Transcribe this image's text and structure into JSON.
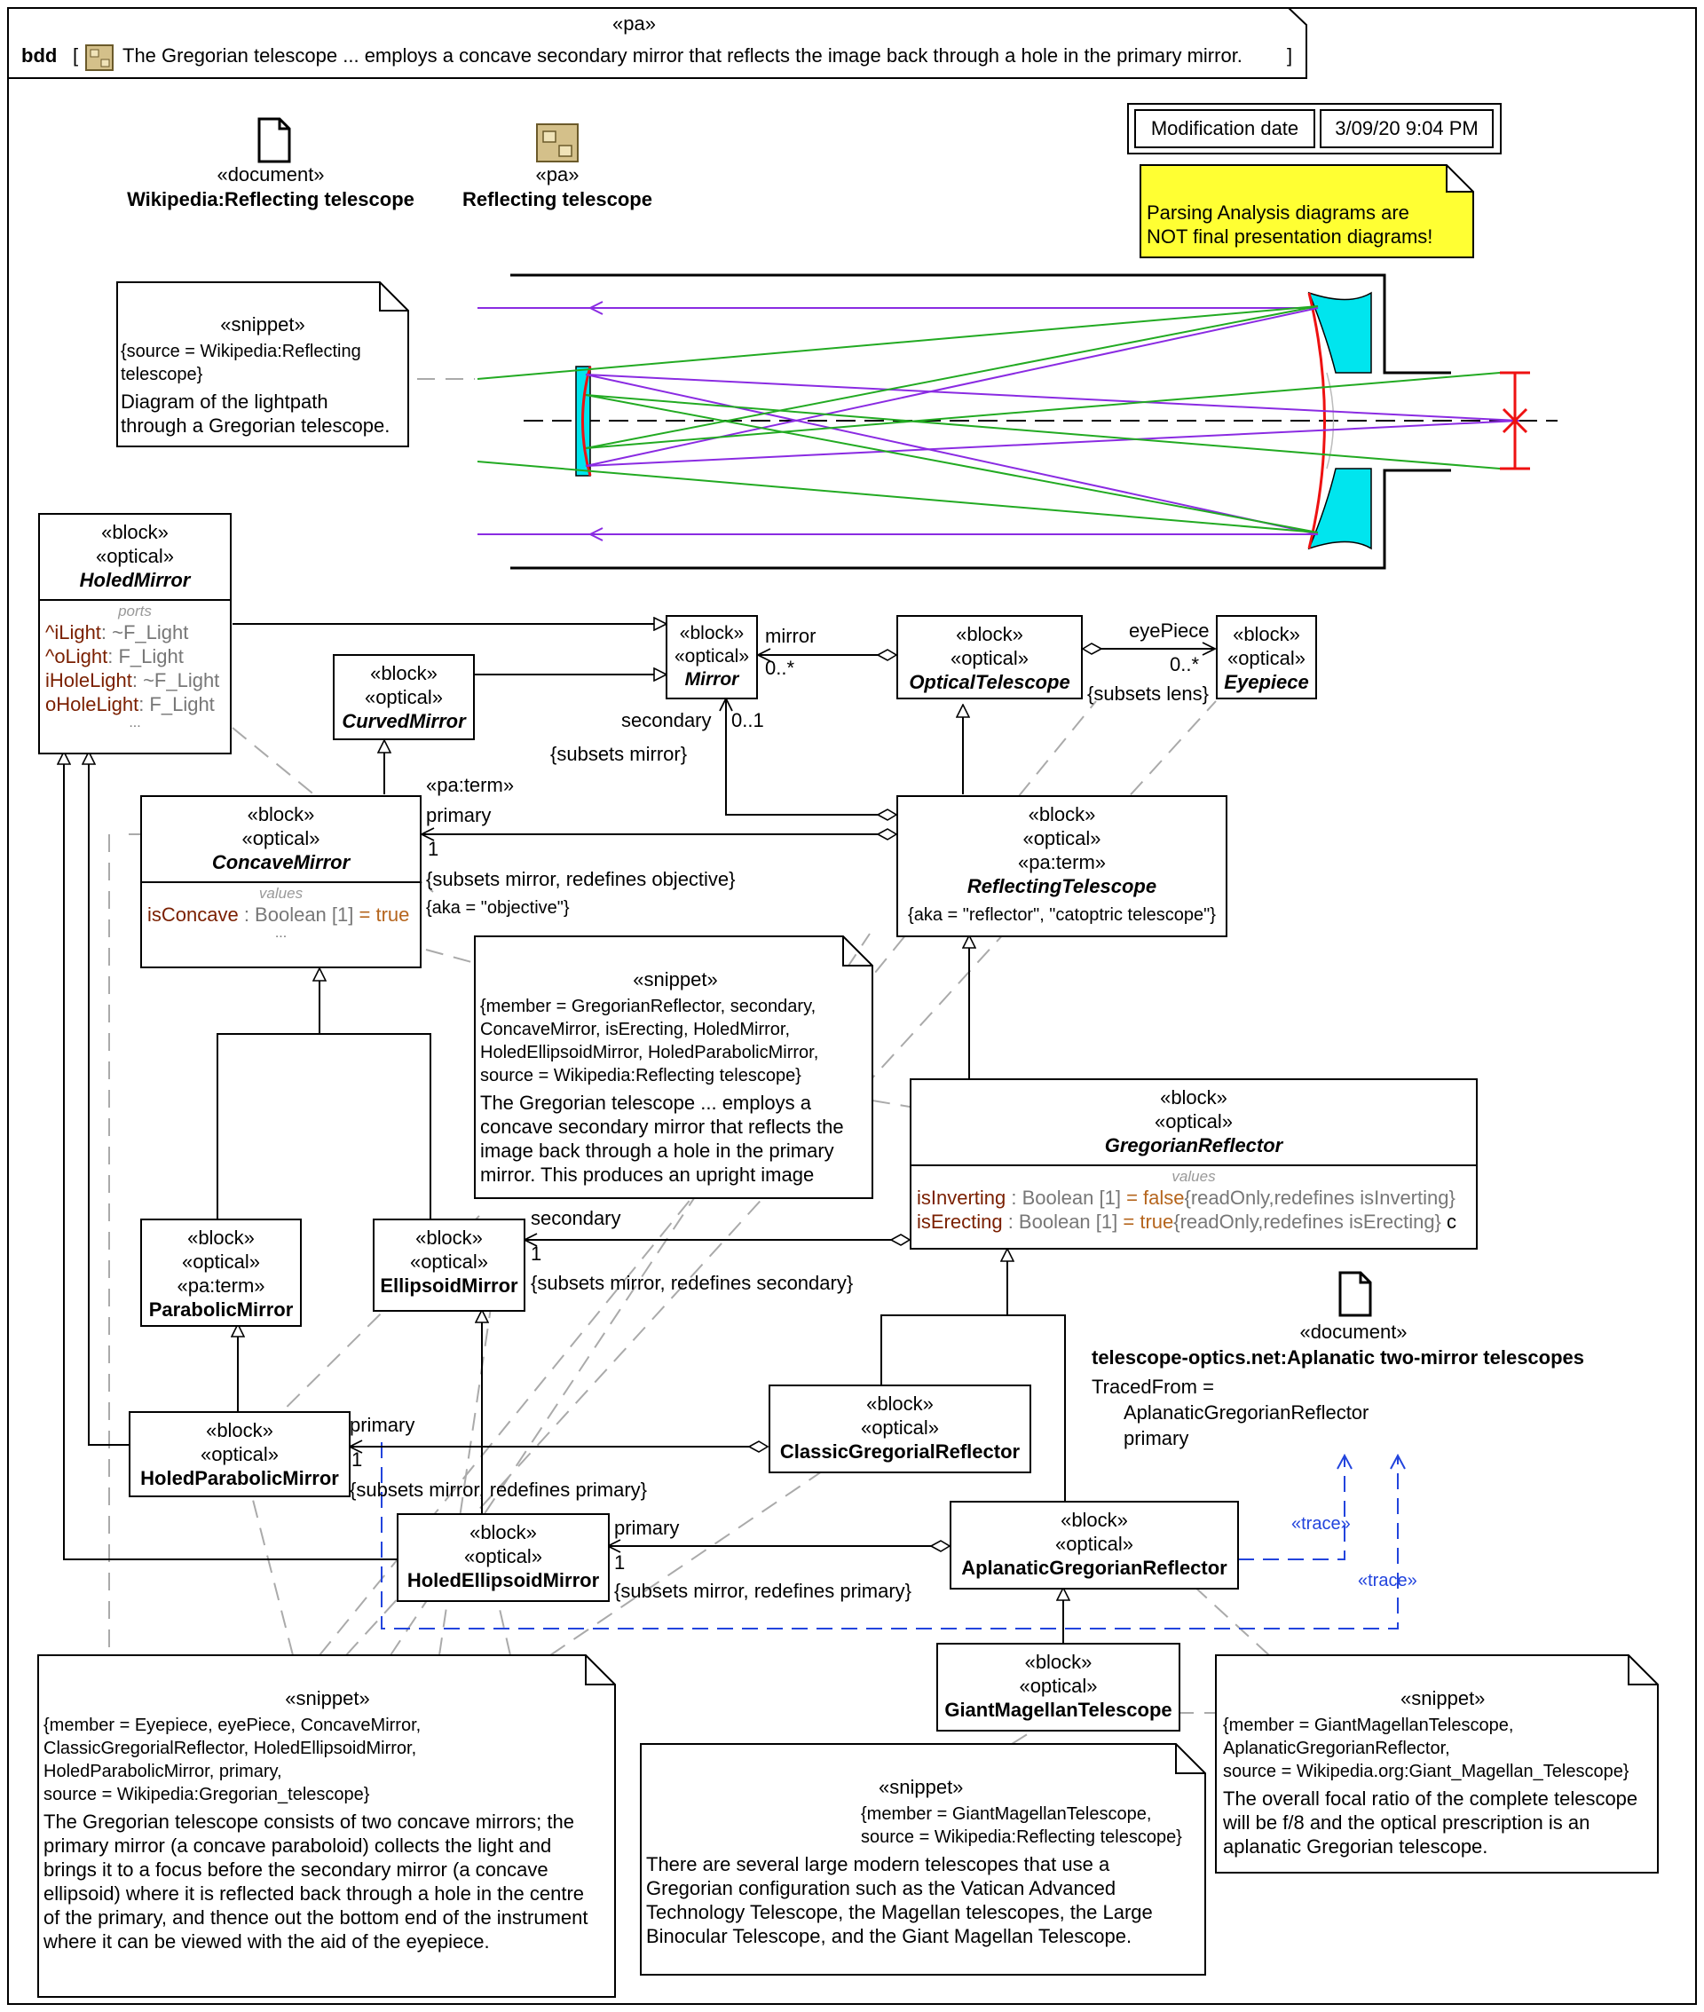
{
  "frame": {
    "stereotype": "«pa»",
    "kind": "bdd",
    "title": "The Gregorian telescope ... employs a concave secondary mirror that reflects the image back through a hole in the primary mirror."
  },
  "header_items": {
    "doc1": {
      "stereo": "«document»",
      "name": "Wikipedia:Reflecting telescope"
    },
    "pa1": {
      "stereo": "«pa»",
      "name": "Reflecting telescope"
    },
    "modification": {
      "label": "Modification date",
      "value": "3/09/20 9:04 PM"
    },
    "warning": {
      "line1": "Parsing Analysis diagrams are",
      "line2": "NOT final presentation diagrams!"
    }
  },
  "snippet_top": {
    "stereo": "«snippet»",
    "tag1": "{source = Wikipedia:Reflecting",
    "tag2": "telescope}",
    "text1": "Diagram of the lightpath",
    "text2": "through a Gregorian telescope."
  },
  "blocks": {
    "holed_mirror": {
      "s1": "«block»",
      "s2": "«optical»",
      "name": "HoledMirror",
      "comp": "ports",
      "ports": [
        {
          "n": "^iLight",
          "t": ": ~F_Light"
        },
        {
          "n": "^oLight",
          "t": ": F_Light"
        },
        {
          "n": "iHoleLight",
          "t": ": ~F_Light"
        },
        {
          "n": "oHoleLight",
          "t": ": F_Light"
        }
      ],
      "more": "..."
    },
    "mirror": {
      "s1": "«block»",
      "s2": "«optical»",
      "name": "Mirror"
    },
    "optical_telescope": {
      "s1": "«block»",
      "s2": "«optical»",
      "name": "OpticalTelescope"
    },
    "eyepiece": {
      "s1": "«block»",
      "s2": "«optical»",
      "name": "Eyepiece"
    },
    "curved_mirror": {
      "s1": "«block»",
      "s2": "«optical»",
      "name": "CurvedMirror"
    },
    "concave_mirror": {
      "s1": "«block»",
      "s2": "«optical»",
      "name": "ConcaveMirror",
      "comp": "values",
      "attr_name": "isConcave",
      "attr_type": " : Boolean [1]",
      "attr_val": "= true",
      "more": "..."
    },
    "reflecting_telescope": {
      "s1": "«block»",
      "s2": "«optical»",
      "s3": "«pa:term»",
      "name": "ReflectingTelescope",
      "tag": "{aka = \"reflector\", \"catoptric telescope\"}"
    },
    "gregorian_reflector": {
      "s1": "«block»",
      "s2": "«optical»",
      "name": "GregorianReflector",
      "comp": "values",
      "a1_name": "isInverting",
      "a1_type": " : Boolean [1]",
      "a1_val": "= false",
      "a1_tag": "{readOnly,redefines isInverting}",
      "a2_name": "isErecting",
      "a2_type": " : Boolean [1]",
      "a2_val": "= true",
      "a2_tag": "{readOnly,redefines isErecting}",
      "trail": "c"
    },
    "parabolic_mirror": {
      "s1": "«block»",
      "s2": "«optical»",
      "s3": "«pa:term»",
      "name": "ParabolicMirror"
    },
    "ellipsoid_mirror": {
      "s1": "«block»",
      "s2": "«optical»",
      "name": "EllipsoidMirror"
    },
    "holed_parabolic": {
      "s1": "«block»",
      "s2": "«optical»",
      "name": "HoledParabolicMirror"
    },
    "classic_gregorial": {
      "s1": "«block»",
      "s2": "«optical»",
      "name": "ClassicGregorialReflector"
    },
    "holed_ellipsoid": {
      "s1": "«block»",
      "s2": "«optical»",
      "name": "HoledEllipsoidMirror"
    },
    "aplanatic": {
      "s1": "«block»",
      "s2": "«optical»",
      "name": "AplanaticGregorianReflector"
    },
    "giant_magellan": {
      "s1": "«block»",
      "s2": "«optical»",
      "name": "GiantMagellanTelescope"
    }
  },
  "labels": {
    "mirror": "mirror",
    "mirror_mult": "0..*",
    "eyepiece": "eyePiece",
    "eyepiece_mult": "0..*",
    "eyepiece_tag": "{subsets lens}",
    "secondary": "secondary",
    "secondary_mult": "0..1",
    "secondary_tag": "{subsets mirror}",
    "primary_term": "«pa:term»",
    "primary": "primary",
    "primary_mult": "1",
    "primary_tag": "{subsets mirror, redefines objective}",
    "primary_aka": "{aka = \"objective\"}",
    "gr_secondary": "secondary",
    "gr_secondary_mult": "1",
    "gr_secondary_tag": "{subsets mirror, redefines secondary}",
    "cg_primary": "primary",
    "cg_primary_mult": "1",
    "cg_primary_tag": "{subsets mirror, redefines primary}",
    "ag_primary": "primary",
    "ag_primary_mult": "1",
    "ag_primary_tag": "{subsets mirror, redefines primary}",
    "trace1": "«trace»",
    "trace2": "«trace»"
  },
  "doc2": {
    "stereo": "«document»",
    "name": "telescope-optics.net:Aplanatic two-mirror telescopes",
    "traced": "TracedFrom =",
    "t1": "AplanaticGregorianReflector",
    "t2": "primary"
  },
  "snippet_mid": {
    "stereo": "«snippet»",
    "tags": [
      "{member = GregorianReflector, secondary,",
      "ConcaveMirror, isErecting, HoledMirror,",
      "HoledEllipsoidMirror, HoledParabolicMirror,",
      "source = Wikipedia:Reflecting telescope}"
    ],
    "text": [
      "The Gregorian telescope ... employs a",
      "concave secondary mirror that reflects the",
      "image back through a hole in the primary",
      "mirror. This produces an upright image"
    ]
  },
  "snippet_bl": {
    "stereo": "«snippet»",
    "tags": [
      "{member = Eyepiece, eyePiece, ConcaveMirror,",
      "ClassicGregorialReflector, HoledEllipsoidMirror,",
      "HoledParabolicMirror, primary,",
      "source = Wikipedia:Gregorian_telescope}"
    ],
    "text": [
      "The Gregorian telescope consists of two concave mirrors; the",
      "primary mirror (a concave paraboloid) collects the light and",
      "brings it to a focus before the secondary mirror (a concave",
      "ellipsoid) where it is reflected back through a hole in the centre",
      "of the primary, and thence out the bottom end of the instrument",
      "where it can be viewed with the aid of the eyepiece."
    ]
  },
  "snippet_bm": {
    "stereo": "«snippet»",
    "tags": [
      "{member = GiantMagellanTelescope,",
      "source = Wikipedia:Reflecting telescope}"
    ],
    "text": [
      "There are several large modern telescopes that use a",
      "Gregorian configuration such as the Vatican Advanced",
      "Technology Telescope, the Magellan telescopes, the Large",
      "Binocular Telescope, and the Giant Magellan Telescope."
    ]
  },
  "snippet_br": {
    "stereo": "«snippet»",
    "tags": [
      "{member = GiantMagellanTelescope,",
      "AplanaticGregorianReflector,",
      "source = Wikipedia.org:Giant_Magellan_Telescope}"
    ],
    "text": [
      "The overall focal ratio of the complete telescope",
      "will be f/8 and the optical prescription is an",
      "aplanatic Gregorian telescope."
    ]
  },
  "colors": {
    "warning_bg": "#ffff33",
    "trace": "#2244dd",
    "mirror_fill": "#00e5ee",
    "ray_purple": "#8a2be2",
    "ray_green": "#22aa22",
    "focus": "#ee1111"
  }
}
